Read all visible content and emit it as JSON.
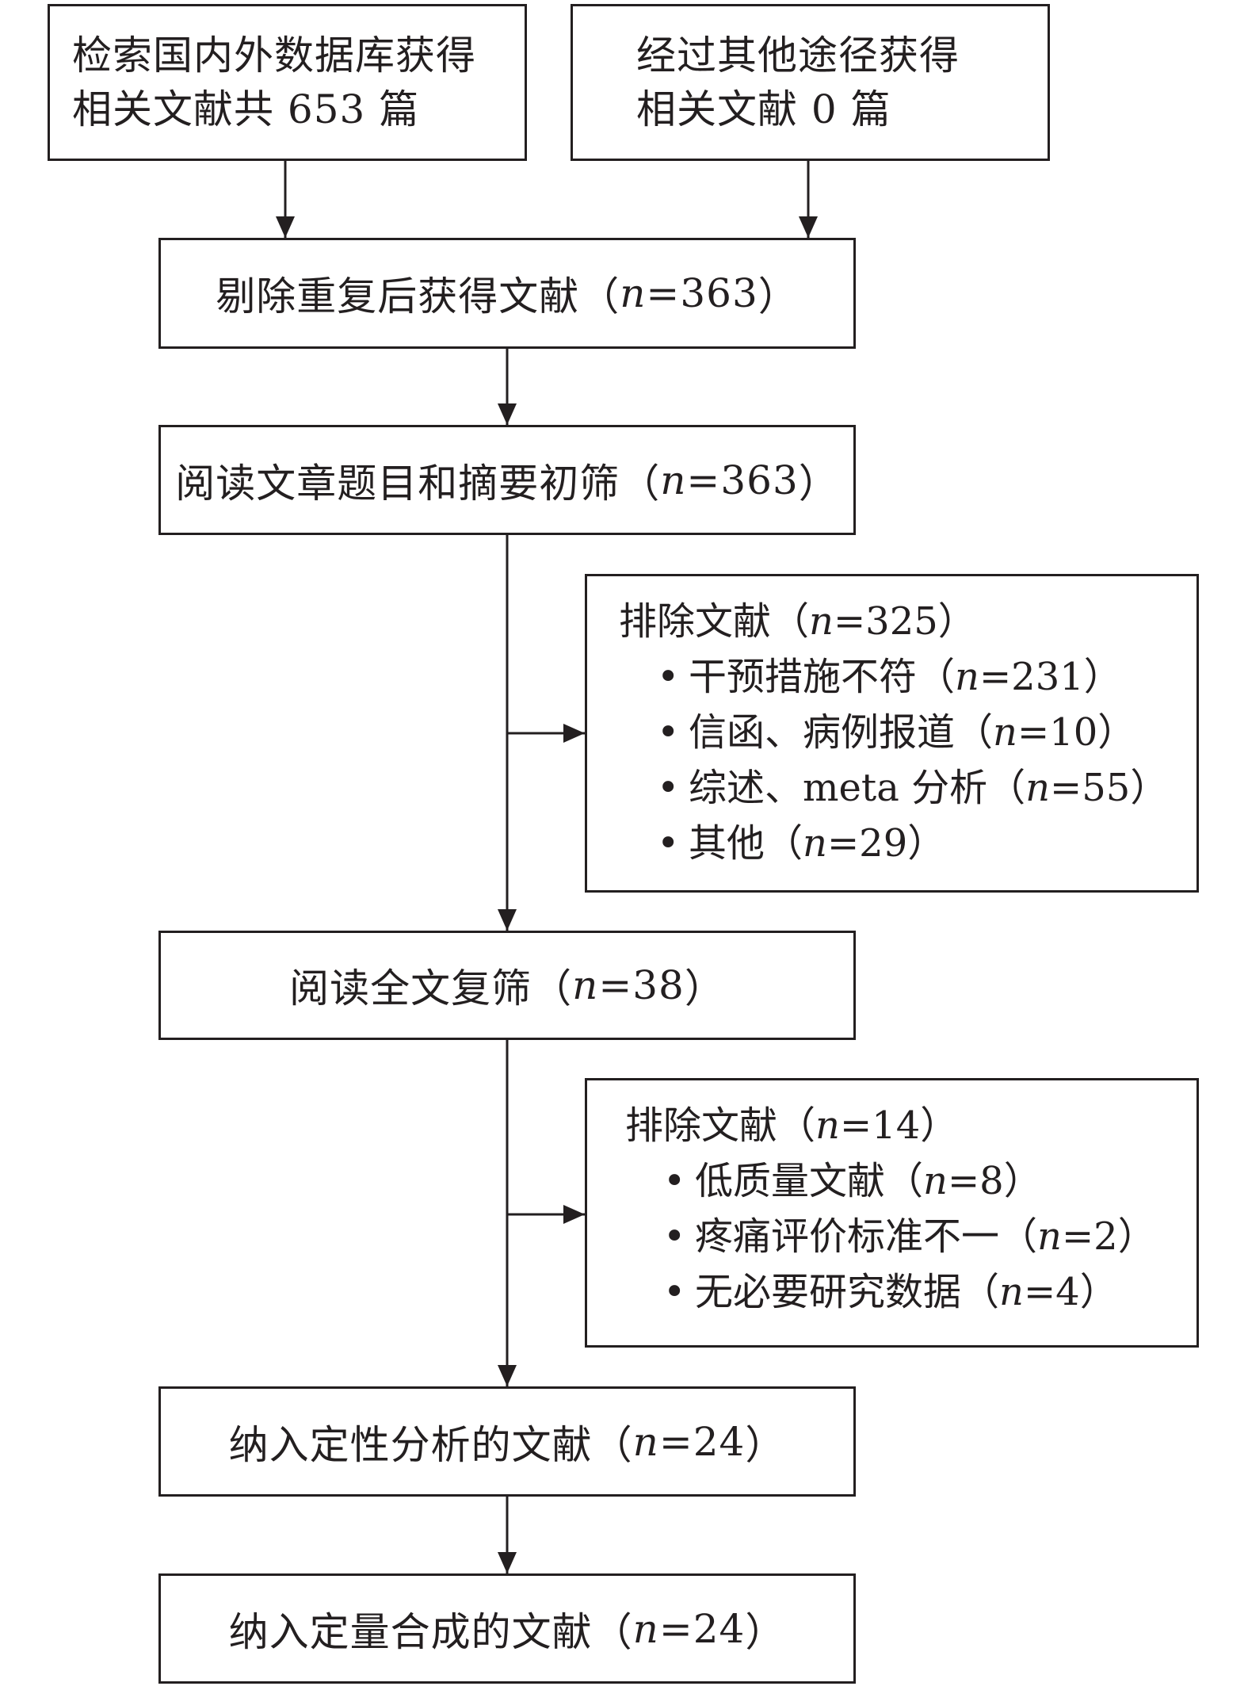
{
  "boxes": {
    "source_db": {
      "line1": "检索国内外数据库获得",
      "line2": "相关文献共 653 篇"
    },
    "source_other": {
      "line1": "经过其他途径获得",
      "line2": "相关文献 0 篇"
    },
    "dedup": {
      "label": "剔除重复后获得文献",
      "n": "363"
    },
    "title_screen": {
      "label": "阅读文章题目和摘要初筛",
      "n": "363"
    },
    "exclude1": {
      "label": "排除文献",
      "n": "325",
      "items": [
        {
          "label": "干预措施不符",
          "n": "231"
        },
        {
          "label": "信函、病例报道",
          "n": "10"
        },
        {
          "label": "综述、meta 分析",
          "n": "55"
        },
        {
          "label": "其他",
          "n": "29"
        }
      ]
    },
    "fulltext": {
      "label": "阅读全文复筛",
      "n": "38"
    },
    "exclude2": {
      "label": "排除文献",
      "n": "14",
      "items": [
        {
          "label": "低质量文献",
          "n": "8"
        },
        {
          "label": "疼痛评价标准不一",
          "n": "2"
        },
        {
          "label": "无必要研究数据",
          "n": "4"
        }
      ]
    },
    "qualitative": {
      "label": "纳入定性分析的文献",
      "n": "24"
    },
    "quantitative": {
      "label": "纳入定量合成的文献",
      "n": "24"
    }
  },
  "symbols": {
    "n_var": "n",
    "eq": "=",
    "open_paren": "（",
    "close_paren": "）",
    "bullet": "•"
  }
}
